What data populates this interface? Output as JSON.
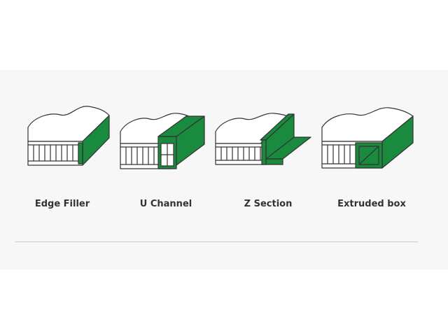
{
  "colors": {
    "background": "#ffffff",
    "band": "#f7f7f7",
    "accent_green": "#1a8a3e",
    "outline": "#333333",
    "label_text": "#333333",
    "divider": "#c8c8c8"
  },
  "panels": [
    {
      "label": "Edge Filler",
      "icon": "edge-filler-panel-icon"
    },
    {
      "label": "U Channel",
      "icon": "u-channel-panel-icon"
    },
    {
      "label": "Z Section",
      "icon": "z-section-panel-icon"
    },
    {
      "label": "Extruded box",
      "icon": "extruded-box-panel-icon"
    }
  ]
}
